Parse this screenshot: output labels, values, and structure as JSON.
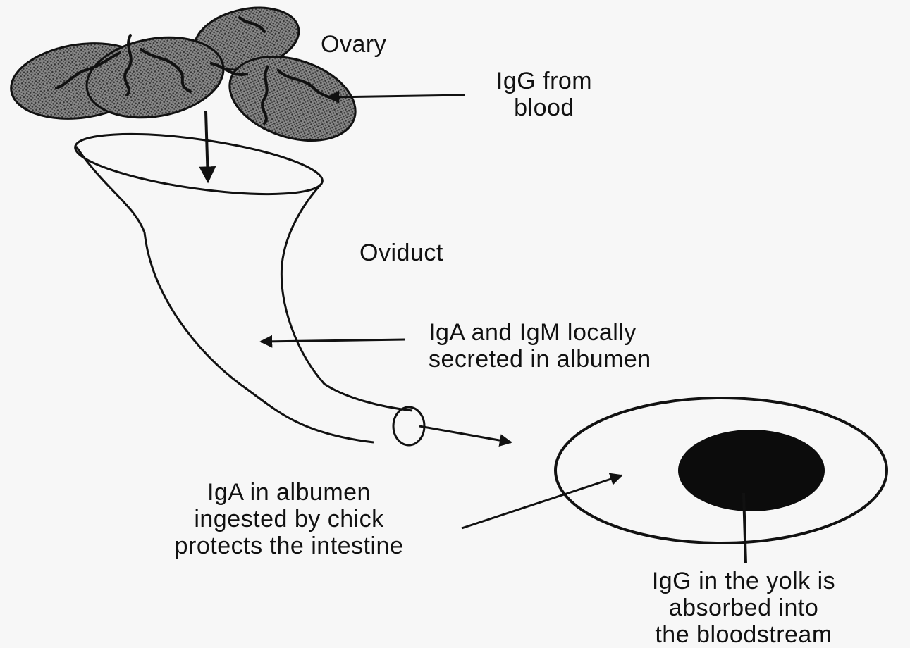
{
  "labels": {
    "ovary": "Ovary",
    "igg_from_blood": [
      "IgG from",
      "blood"
    ],
    "oviduct": "Oviduct",
    "iga_igm": [
      "IgA and IgM locally",
      "secreted in albumen"
    ],
    "iga_albumen": [
      "IgA  in albumen",
      "ingested by chick",
      "protects the intestine"
    ],
    "igg_yolk": [
      "IgG  in the yolk is",
      "absorbed  into",
      "the  bloodstream"
    ]
  },
  "colors": {
    "ink": "#111111",
    "ovary_fill": "#5a5a5a",
    "yolk_fill": "#0c0c0c",
    "background": "#f7f7f7"
  }
}
